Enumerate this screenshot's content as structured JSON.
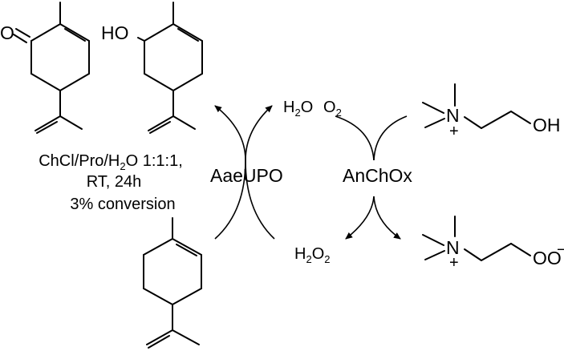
{
  "molecules": {
    "carvone": {
      "o_label": "O"
    },
    "carveol": {
      "oh_label": "HO"
    },
    "choline": {
      "n_label": "N",
      "charge": "+",
      "oh_label": "OH"
    },
    "peroxy_choline": {
      "n_label": "N",
      "charge": "+",
      "oo_label": "OO",
      "charge_neg": "−"
    }
  },
  "conditions": {
    "line1_prefix": "ChCl/Pro/H",
    "line1_sub": "2",
    "line1_suffix": "O 1:1:1,",
    "line2": "RT, 24h",
    "line3": "3% conversion"
  },
  "enzymes": {
    "upo": "AaeUPO",
    "chox": "AnChOx"
  },
  "species": {
    "h2o_top": {
      "main": "H",
      "sub": "2",
      "end": "O"
    },
    "o2_top": {
      "main": "O",
      "sub": "2"
    },
    "h2o2_bottom": {
      "main": "H",
      "sub1": "2",
      "mid": "O",
      "sub2": "2"
    }
  }
}
